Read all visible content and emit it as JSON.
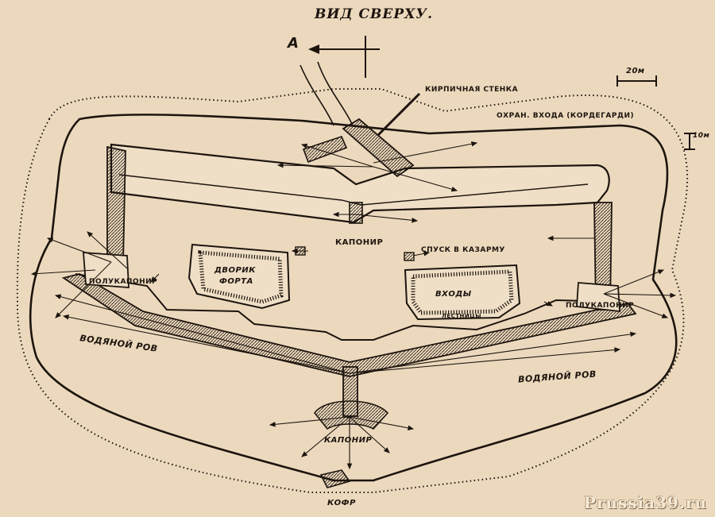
{
  "title": "ВИД СВЕРХУ.",
  "orientation": {
    "arrow_label": "А"
  },
  "scales": {
    "horizontal": "20м",
    "vertical": "10м"
  },
  "labels": {
    "firing_wall": "КИРПИЧНАЯ СТЕНКА",
    "guardhouse": "ОХРАН. ВХОДА (КОРДЕГАРДИ)",
    "caponier_top": "КАПОНИР",
    "descent": "СПУСК В КАЗАРМУ",
    "courtyard_line1": "ДВОРИК",
    "courtyard_line2": "ФОРТА",
    "entrances": "ВХОДЫ",
    "stairs": "ЛЕСТНИЦЫ",
    "half_caponier_left": "ПОЛУКАПОНИР",
    "half_caponier_right": "ПОЛУКАПОНИР",
    "moat_left": "ВОДЯНОЙ РОВ",
    "moat_right": "ВОДЯНОЙ РОВ",
    "caponier_bottom": "КАПОНИР",
    "coffer": "КОФР"
  },
  "watermark": "Prussia39.ru",
  "colors": {
    "paper": "#ecd9bd",
    "ink": "#1c140e"
  }
}
